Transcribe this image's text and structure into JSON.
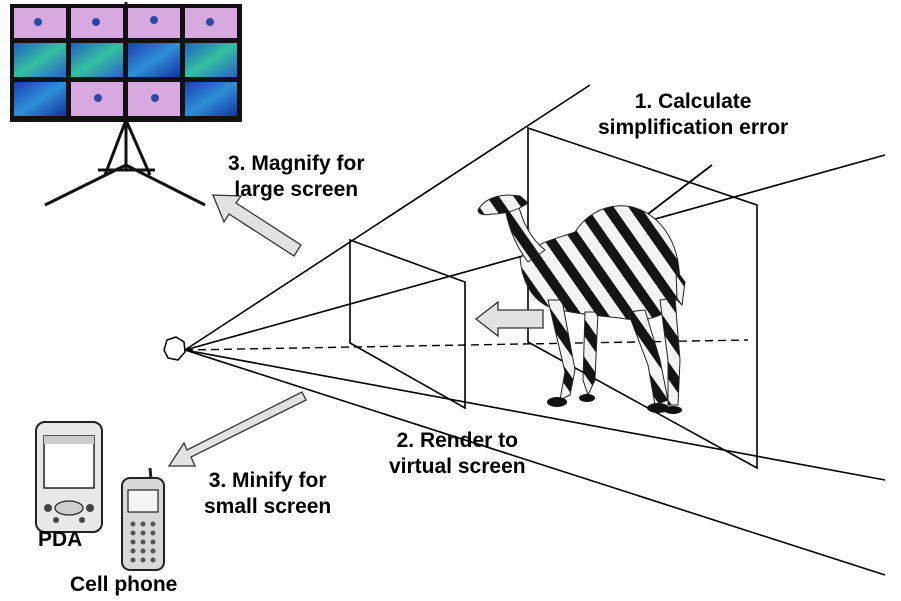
{
  "labels": {
    "calculate": [
      "1. Calculate",
      "simplification error"
    ],
    "render": [
      "2. Render to",
      "virtual screen"
    ],
    "magnify": [
      "3. Magnify for",
      "large screen"
    ],
    "minify": [
      "3. Minify for",
      "small screen"
    ],
    "pda": "PDA",
    "cell_phone": "Cell phone"
  }
}
